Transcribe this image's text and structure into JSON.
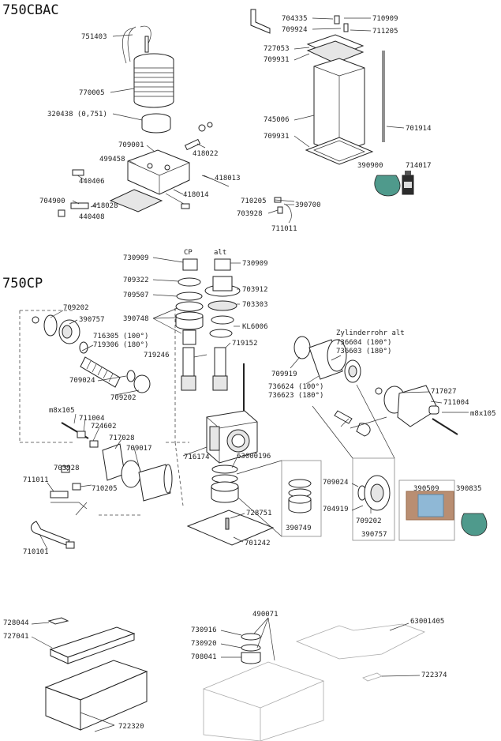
{
  "sections": {
    "top_title": "750CBAC",
    "mid_title": "750CP"
  },
  "top_labels": {
    "p751403": "751403",
    "p770005": "770005",
    "p320438": "320438 (0,751)",
    "p709001": "709001",
    "p418022": "418022",
    "p499458": "499458",
    "p440406": "440406",
    "p418013": "418013",
    "p418014": "418014",
    "p704900": "704900",
    "p418028": "418028",
    "p440408": "440408",
    "p704335": "704335",
    "p710909": "710909",
    "p709924": "709924",
    "p711205": "711205",
    "p727053": "727053",
    "p709931a": "709931",
    "p745006": "745006",
    "p701914": "701914",
    "p709931b": "709931",
    "p390900": "390900",
    "p714017": "714017",
    "p710205": "710205",
    "p390700": "390700",
    "p703928": "703928",
    "p711011": "711011"
  },
  "mid_labels": {
    "cp": "CP",
    "alt": "alt",
    "p730909a": "730909",
    "p730909b": "730909",
    "p709322": "709322",
    "p703912": "703912",
    "p709507": "709507",
    "p703303": "703303",
    "p390748": "390748",
    "kl6006": "KL6006",
    "p709202a": "709202",
    "p390757a": "390757",
    "p716305": "716305 (100°)",
    "p719306": "719306 (180°)",
    "p719246": "719246",
    "p719152": "719152",
    "p709024a": "709024",
    "p709202b": "709202",
    "zyl_title": "Zylinderrohr alt",
    "p736604": "736604 (100°)",
    "p736603": "736603 (180°)",
    "p709919": "709919",
    "p736624": "736624 (100°)",
    "p736623": "736623 (180°)",
    "p717027": "717027",
    "p711004b": "711004",
    "m8x105b": "m8x105",
    "m8x105a": "m8x105",
    "p711004a": "711004",
    "p724602": "724602",
    "p717028": "717028",
    "p709017": "709017",
    "p716174": "716174",
    "p63000196": "63000196",
    "p703928": "703928",
    "p711011": "711011",
    "p710205": "710205",
    "p728751": "728751",
    "p701242": "701242",
    "p390749": "390749",
    "p709024b": "709024",
    "p704919": "704919",
    "p709202c": "709202",
    "p390757b": "390757",
    "p390509": "390509",
    "p390835": "390835",
    "p710101": "710101"
  },
  "bottom_labels": {
    "p728044": "728044",
    "p727041": "727041",
    "p722320": "722320",
    "p490071": "490071",
    "p63001405": "63001405",
    "p730916": "730916",
    "p730920": "730920",
    "p708041": "708041",
    "p722374": "722374"
  },
  "colors": {
    "line": "#222222",
    "bag_green": "#4f9a8c",
    "oil_bottle": "#2c2c2c",
    "mat_blue": "#8fb8d6",
    "mat_border": "#9a6b4b"
  }
}
